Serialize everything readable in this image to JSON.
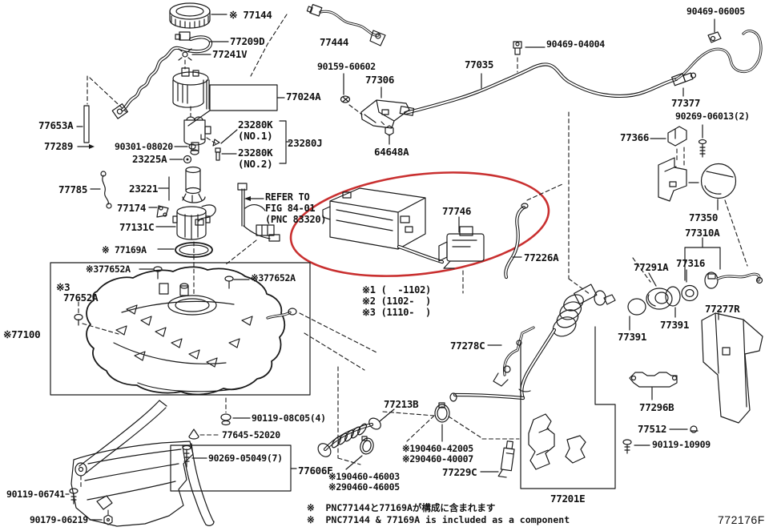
{
  "diagram": {
    "code": "772176F",
    "colors": {
      "line": "#1a1a1a",
      "highlight": "#c93030",
      "background": "#ffffff"
    },
    "refer": {
      "l1": "REFER TO",
      "l2": "FIG 84-01",
      "l3": "(PNC 83320)"
    },
    "footnotes": [
      "※1 (  -1102)",
      "※2 (1102-  )",
      "※3 (1110-  )"
    ],
    "footer": {
      "jp": "※  PNC77144と77169Aが構成に含まれます",
      "en": "※  PNC77144 & 77169A is included as a component"
    },
    "labels": {
      "p77144": "※ 77144",
      "p77209d": "77209D",
      "p77241v": "77241V",
      "p77024a": "77024A",
      "p77444": "77444",
      "p90159_60602": "90159-60602",
      "p77306": "77306",
      "p64648a": "64648A",
      "p77035": "77035",
      "p90469_04004": "90469-04004",
      "p90469_06005": "90469-06005",
      "p77377": "77377",
      "p90269_06013": "90269-06013(2)",
      "p77366": "77366",
      "p77653a": "77653A",
      "p77289": "77289",
      "p90301_08020": "90301-08020",
      "p23225a": "23225A",
      "p23280k": "23280K",
      "p23280k_no1": "(NO.1)",
      "p23280k_no2": "(NO.2)",
      "p23280j": "23280J",
      "p77785": "77785",
      "p23221": "23221",
      "p77174": "77174",
      "p77131c": "77131C",
      "p77169a": "※ 77169A",
      "p77746": "77746",
      "p77226a": "77226A",
      "p377652a": "※377652A",
      "p3mark": "※3",
      "p77652a": "77652A",
      "p77100": "※77100",
      "p90119_08c05": "90119-08C05(4)",
      "p77645_52020": "77645-52020",
      "p90269_05049": "90269-05049(7)",
      "p77606f": "77606F",
      "p90119_06741": "90119-06741",
      "p90179_06219": "90179-06219",
      "p77278c": "77278C",
      "p77213b": "77213B",
      "p190460_42005": "※190460-42005",
      "p290460_40007": "※290460-40007",
      "p190460_46003": "※190460-46003",
      "p290460_46005": "※290460-46005",
      "p77229c": "77229C",
      "p77201e": "77201E",
      "p77350": "77350",
      "p77310a": "77310A",
      "p77316": "77316",
      "p77291a": "77291A",
      "p77391": "77391",
      "p77277r": "77277R",
      "p77296b": "77296B",
      "p77512": "77512",
      "p90119_10909": "90119-10909"
    }
  }
}
